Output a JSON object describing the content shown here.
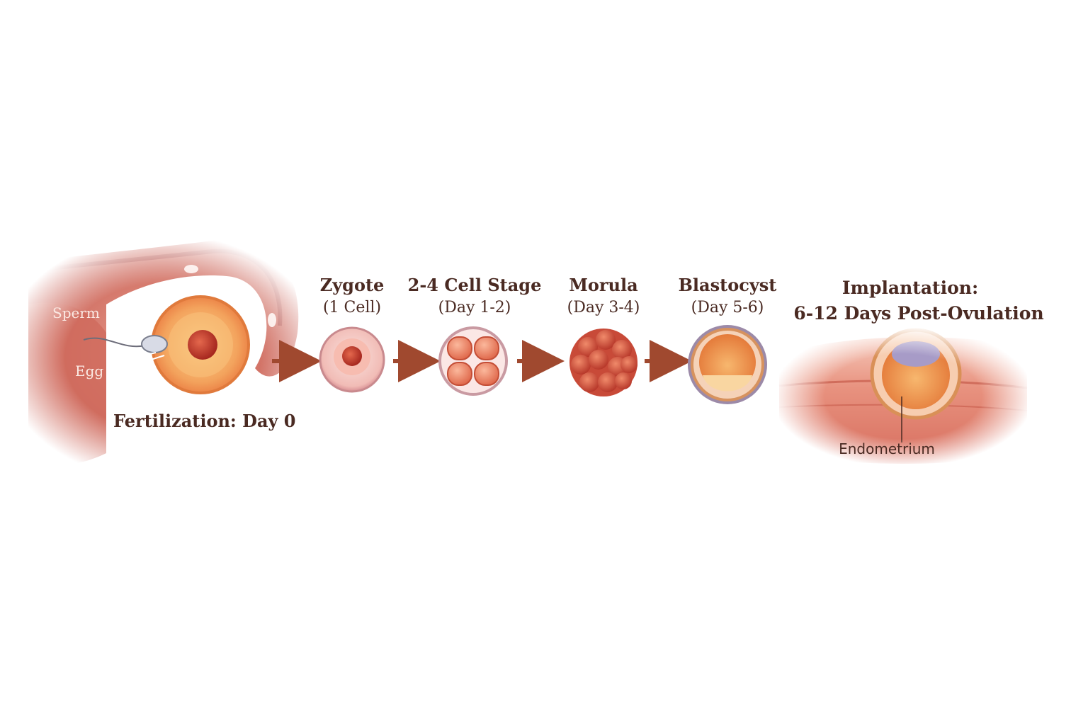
{
  "labels": {
    "sperm": "Sperm",
    "egg": "Egg",
    "fertilization": "Fertilization: Day 0",
    "endometrium": "Endometrium"
  },
  "stages": [
    {
      "title": "Zygote",
      "subtitle": "(1 Cell)"
    },
    {
      "title": "2-4 Cell Stage",
      "subtitle": "(Day 1-2)"
    },
    {
      "title": "Morula",
      "subtitle": "(Day 3-4)"
    },
    {
      "title": "Blastocyst",
      "subtitle": "(Day 5-6)"
    },
    {
      "title": "Implantation:",
      "subtitle": "6-12 Days Post-Ovulation"
    }
  ],
  "colors": {
    "text": "#4a2a22",
    "arrow": "#a0492f",
    "tissue": "#d9786a",
    "cell": "#f2a08a"
  }
}
